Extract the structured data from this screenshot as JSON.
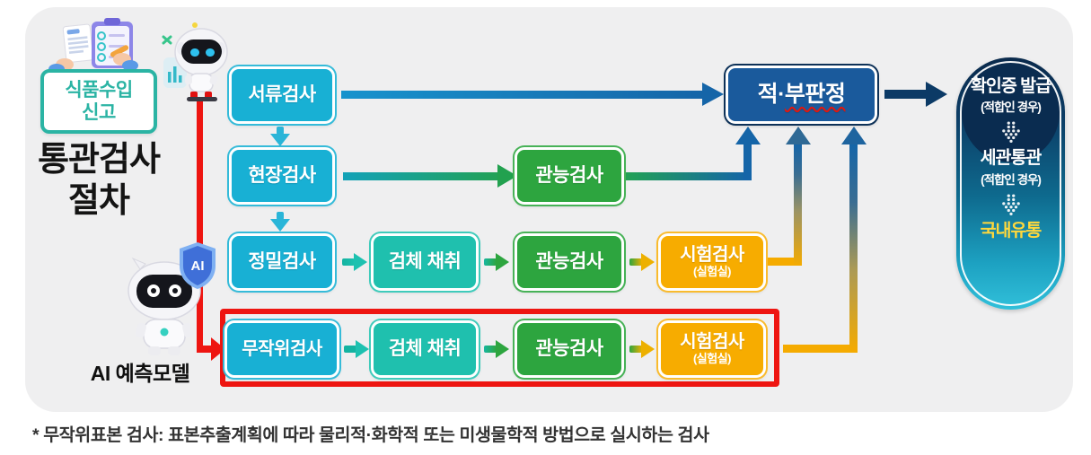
{
  "header": {
    "badge_line1": "식품수입",
    "badge_line2": "신고",
    "title_line1": "통관검사",
    "title_line2": "절차",
    "ai_model_label": "AI 예측모델",
    "ai_shield_label": "AI"
  },
  "stages": {
    "document": "서류검사",
    "onsite": "현장검사",
    "precise": "정밀검사",
    "random": "무작위검사",
    "sampling": "검체 채취",
    "sensory": "관능검사",
    "lab": "시험검사",
    "lab_sub": "(실험실)"
  },
  "judgment": {
    "prefix": "적·",
    "suffix": "부판정"
  },
  "outcome": {
    "certificate": "확인증 발급",
    "certificate_note": "(적합인 경우)",
    "customs": "세관통관",
    "customs_note": "(적합인 경우)",
    "distribution": "국내유통"
  },
  "footnote": "* 무작위표본 검사: 표본추출계획에 따라 물리적·화학적 또는 미생물학적 방법으로 실시하는 검사",
  "colors": {
    "board_bg": "#efeff0",
    "cyan_box": "#18b0d4",
    "teal_box": "#1fc0ae",
    "green_box": "#2da53f",
    "yellow_box": "#f7ac00",
    "navy_box": "#1a5a9c",
    "badge_teal": "#2bb4a4",
    "flow_blue": "#1565a8",
    "flow_navy": "#0c3a66",
    "highlight_red": "#ee1511",
    "distribution_text": "#ffd83c"
  },
  "icons": {
    "top_robot": "robot-icon",
    "ai_robot": "ai-robot-icon",
    "ai_shield": "ai-shield-icon",
    "declaration_illustration": "clipboard-hands-icon",
    "dotted_arrow": "dotted-down-arrow-icon"
  }
}
